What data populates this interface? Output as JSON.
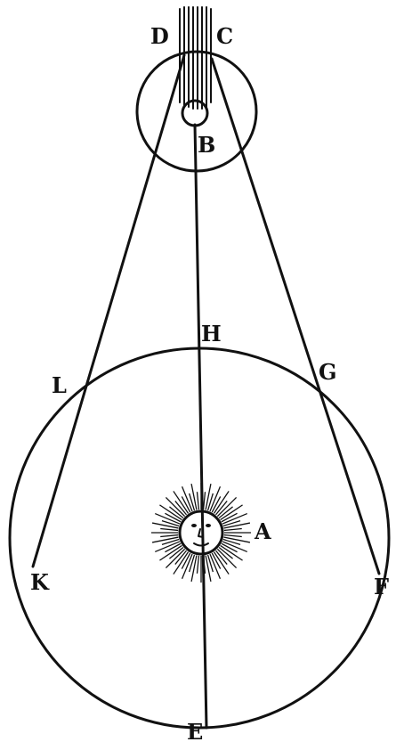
{
  "diagram": {
    "labels": {
      "a": "A",
      "b": "B",
      "c": "C",
      "d": "D",
      "e": "E",
      "f": "F",
      "g": "G",
      "h": "H",
      "k": "K",
      "l": "L"
    },
    "elements": {
      "orbit": "large-circle",
      "body_circle": "small-circle",
      "sun": "sun-icon",
      "rays": "light-rays"
    },
    "colors": {
      "ink": "#111111",
      "paper": "#ffffff"
    }
  }
}
